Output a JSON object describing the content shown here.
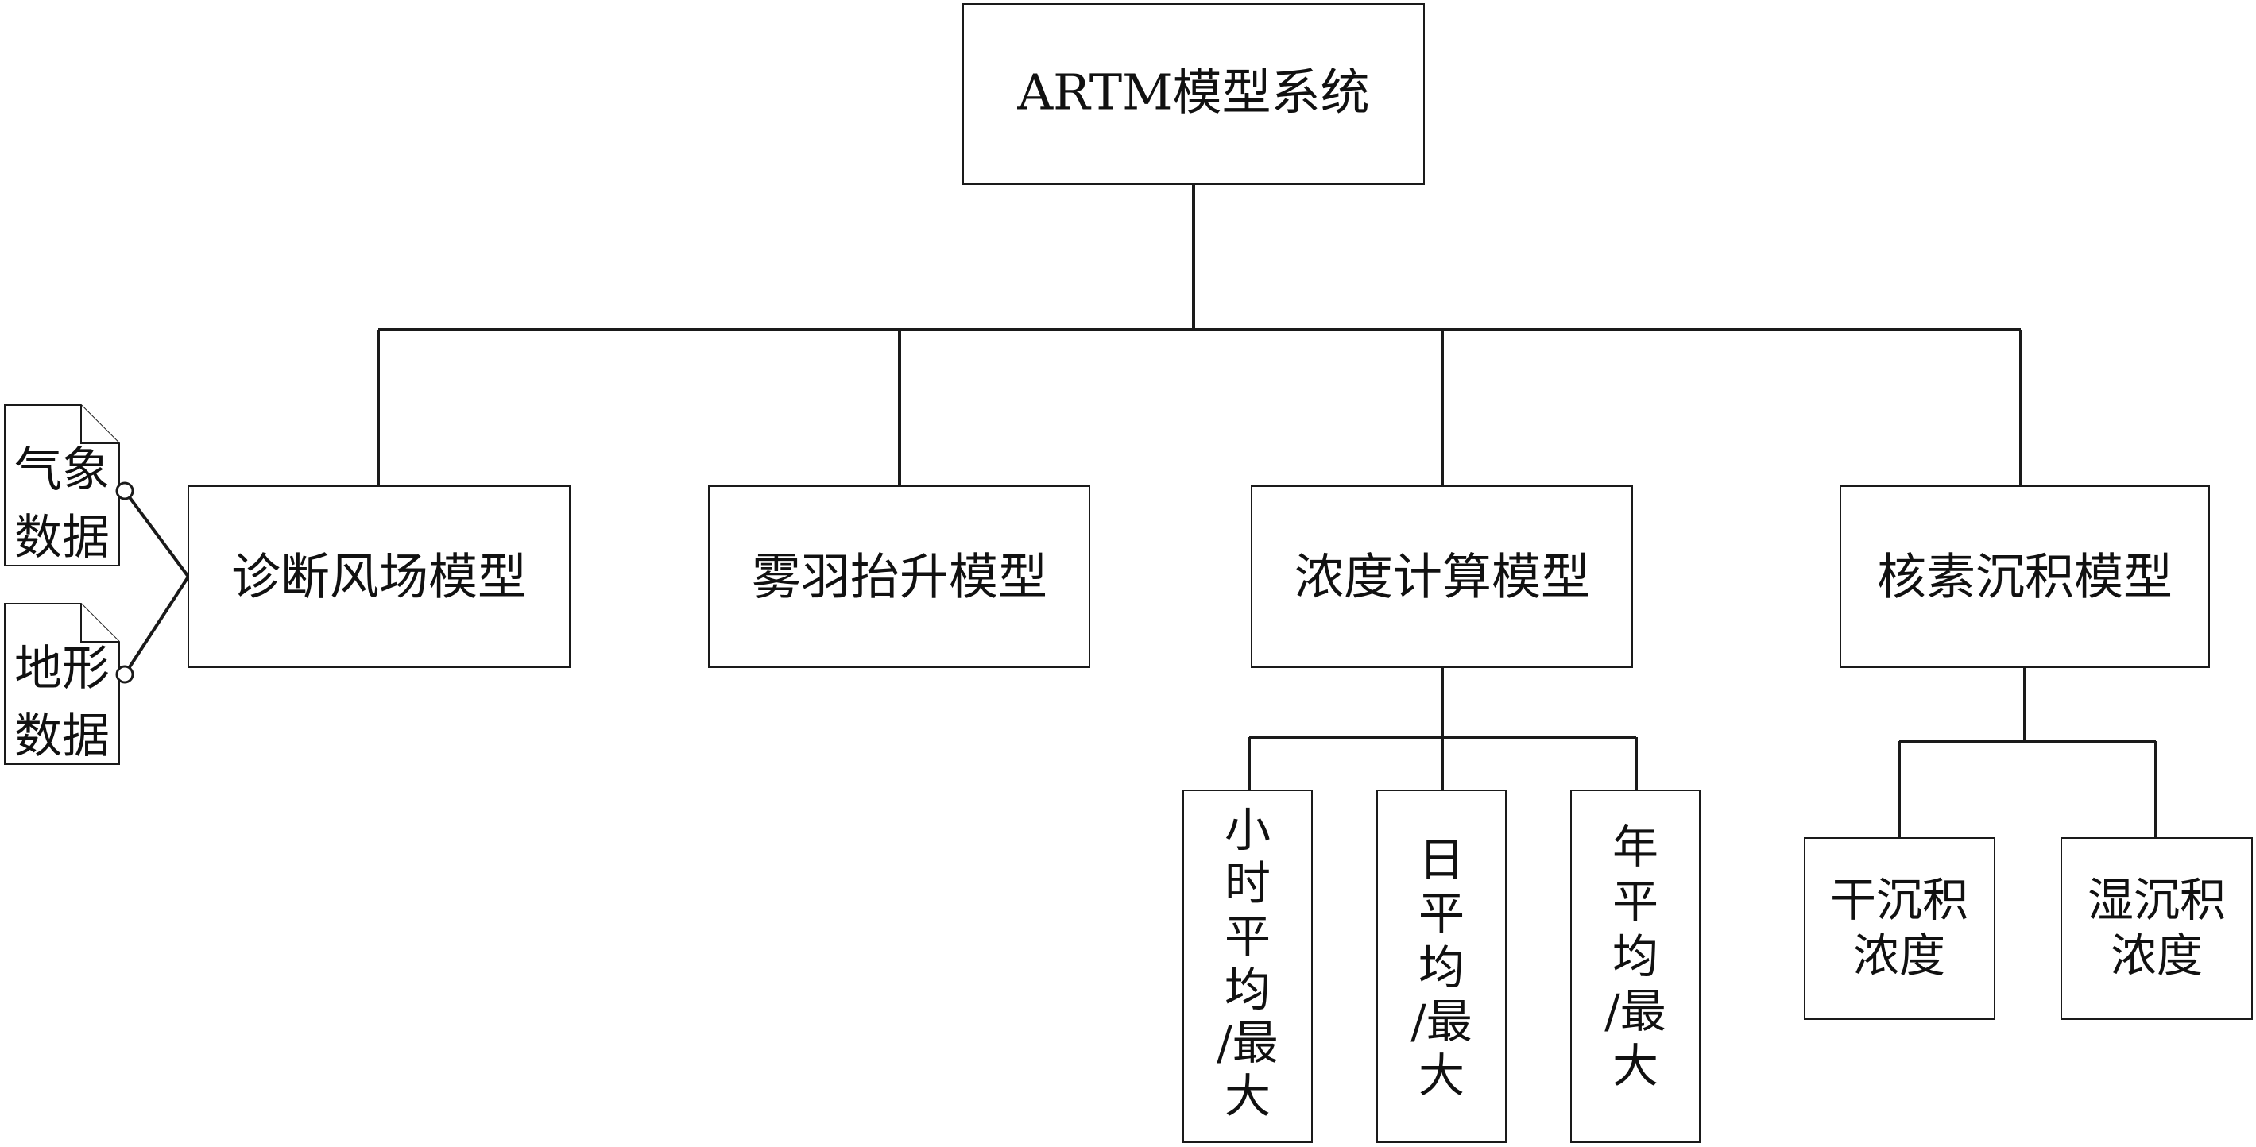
{
  "root": {
    "label": "ARTM模型系统"
  },
  "modules": [
    {
      "label": "诊断风场模型"
    },
    {
      "label": "雾羽抬升模型"
    },
    {
      "label": "浓度计算模型"
    },
    {
      "label": "核素沉积模型"
    }
  ],
  "inputs": [
    {
      "lines": [
        "气象",
        "数据"
      ]
    },
    {
      "lines": [
        "地形",
        "数据"
      ]
    }
  ],
  "concentration_outputs": [
    {
      "chars": [
        "小",
        "时",
        "平",
        "均",
        "/最",
        "大"
      ]
    },
    {
      "chars": [
        "日",
        "平",
        "均",
        "/最",
        "大"
      ]
    },
    {
      "chars": [
        "年",
        "平",
        "均",
        "/最",
        "大"
      ]
    }
  ],
  "deposition_outputs": [
    {
      "lines": [
        "干沉积",
        "浓度"
      ]
    },
    {
      "lines": [
        "湿沉积",
        "浓度"
      ]
    }
  ]
}
